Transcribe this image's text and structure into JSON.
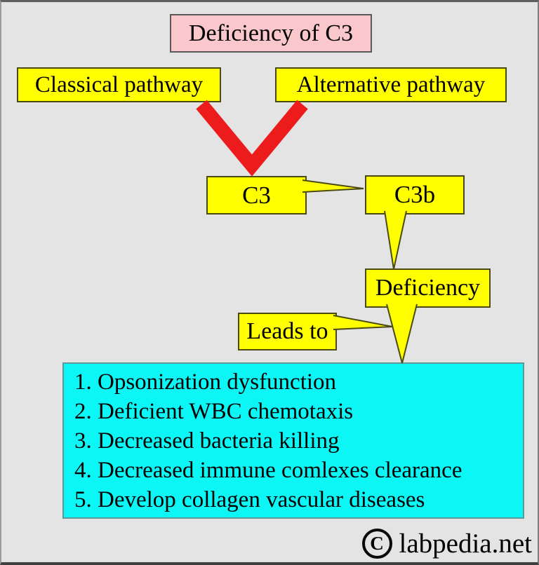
{
  "diagram": {
    "title": "Deficiency of C3",
    "nodes": {
      "classical": "Classical pathway",
      "alternative": "Alternative pathway",
      "c3": "C3",
      "c3b": "C3b",
      "deficiency": "Deficiency",
      "leads_to": "Leads to"
    },
    "outcomes": [
      "1. Opsonization dysfunction",
      "2. Deficient WBC chemotaxis",
      "3. Decreased bacteria killing",
      "4. Decreased immune comlexes clearance",
      "5. Develop collagen vascular diseases"
    ],
    "watermark": {
      "symbol": "C",
      "text": "labpedia.net"
    },
    "colors": {
      "background": "#E4E4E4",
      "title_fill": "#FAC7CC",
      "node_fill": "#FFFF00",
      "outcomes_fill": "#0DF6F6",
      "arrow_red": "#EC1C1C",
      "text": "#000000"
    }
  }
}
